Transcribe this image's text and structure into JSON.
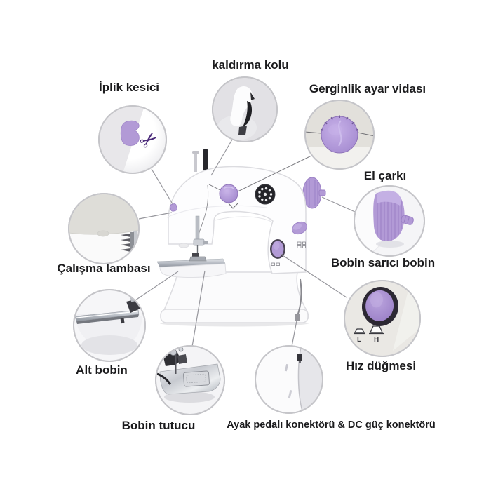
{
  "diagram": {
    "labels": {
      "lifting_lever": "kaldırma kolu",
      "thread_cutter": "İplik kesici",
      "tension_screw": "Gerginlik ayar vidası",
      "hand_wheel": "El çarkı",
      "work_light": "Çalışma lambası",
      "bobbin_winder": "Bobin sarıcı bobin",
      "lower_bobbin": "Alt bobin",
      "speed_button": "Hız düğmesi",
      "bobbin_holder": "Bobin tutucu",
      "pedal_connector": "Ayak pedalı konektörü & DC güç konektörü"
    },
    "speed_switch": {
      "low": "L",
      "high": "H"
    },
    "icons": {
      "scissors": "✂"
    },
    "colors": {
      "accent_purple": "#b29ad6",
      "deep_purple": "#4b2a7a",
      "callout_line": "#97979d",
      "label_text": "#1b1b1d",
      "background": "#ffffff"
    }
  }
}
